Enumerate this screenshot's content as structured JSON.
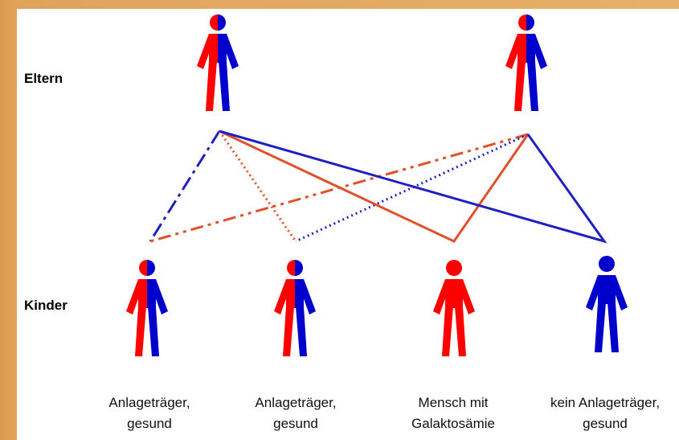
{
  "row_labels": {
    "parents": "Eltern",
    "children": "Kinder"
  },
  "figures": {
    "parents": [
      {
        "name": "parent-left",
        "type": "carrier"
      },
      {
        "name": "parent-right",
        "type": "carrier"
      }
    ],
    "children": [
      {
        "name": "child-1",
        "type": "carrier",
        "caption_line1": "Anlageträger,",
        "caption_line2": "gesund"
      },
      {
        "name": "child-2",
        "type": "carrier",
        "caption_line1": "Anlageträger,",
        "caption_line2": "gesund"
      },
      {
        "name": "child-3",
        "type": "affected",
        "caption_line1": "Mensch mit",
        "caption_line2": "Galaktosämie"
      },
      {
        "name": "child-4",
        "type": "non-carrier",
        "caption_line1": "kein Anlageträger,",
        "caption_line2": "gesund"
      }
    ]
  },
  "colors": {
    "red_allele": "#ff0000",
    "blue_allele": "#0000cc",
    "red_line": "#e0502a",
    "blue_line": "#2020c0",
    "background_frame": "#e0a55e"
  }
}
